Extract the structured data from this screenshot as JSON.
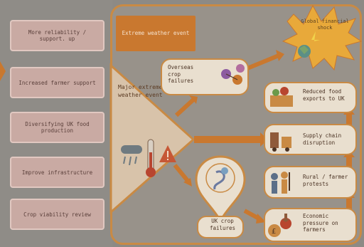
{
  "left_items": [
    {
      "label": "More reliability / support. up"
    },
    {
      "label": "Increased farmer support"
    },
    {
      "label": "Diversifying UK food production"
    },
    {
      "label": "Improve infrastructure"
    },
    {
      "label": "Crop viability review"
    }
  ],
  "main": {
    "title": "Extreme weather event",
    "event_label": "Major extreme weather event",
    "overseas_label": "Overseas crop failures",
    "global_label": "Global financial shock",
    "uk_crop_label": "UK crop failures",
    "right_nodes": [
      {
        "label": "Reduced food exports to UK"
      },
      {
        "label": "Supply chain disruption"
      },
      {
        "label": "Rural / farmer protests"
      },
      {
        "label": "Economic pressure on farmers"
      }
    ]
  },
  "colors": {
    "accent": "#c9782f",
    "panel_border": "#c98a44",
    "node_fill": "#e9dfcf",
    "left_box": "#c9aaa3"
  }
}
